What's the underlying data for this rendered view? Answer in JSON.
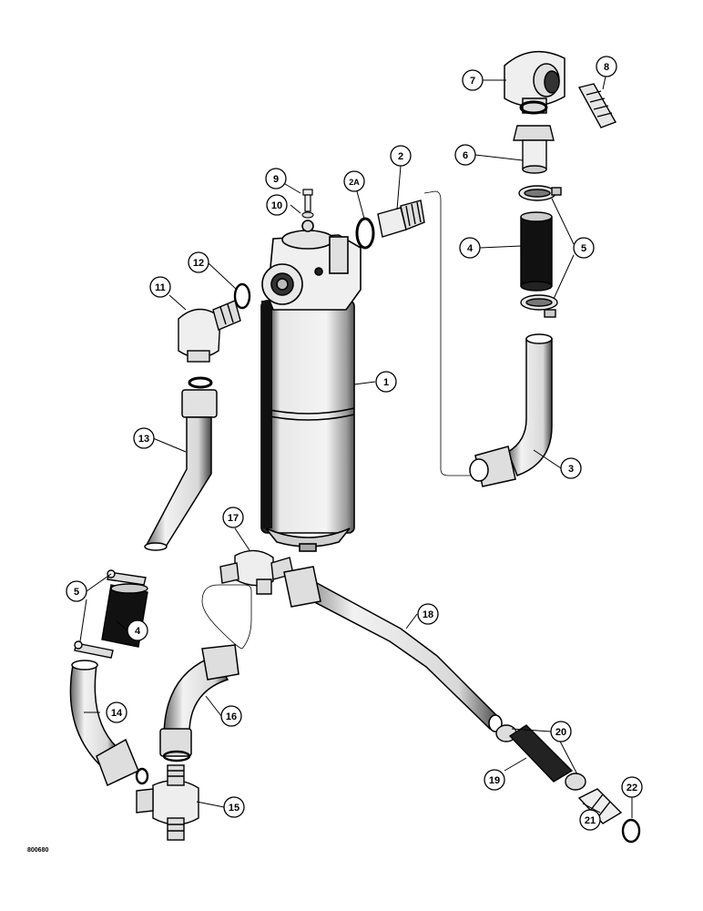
{
  "drawing_code": "800680",
  "callouts": [
    {
      "id": "c1",
      "label": "1"
    },
    {
      "id": "c2",
      "label": "2"
    },
    {
      "id": "c2a",
      "label": "2A"
    },
    {
      "id": "c3",
      "label": "3"
    },
    {
      "id": "c4a",
      "label": "4"
    },
    {
      "id": "c4b",
      "label": "4"
    },
    {
      "id": "c5a",
      "label": "5"
    },
    {
      "id": "c5b",
      "label": "5"
    },
    {
      "id": "c6",
      "label": "6"
    },
    {
      "id": "c7",
      "label": "7"
    },
    {
      "id": "c8",
      "label": "8"
    },
    {
      "id": "c9",
      "label": "9"
    },
    {
      "id": "c10",
      "label": "10"
    },
    {
      "id": "c11",
      "label": "11"
    },
    {
      "id": "c12",
      "label": "12"
    },
    {
      "id": "c13",
      "label": "13"
    },
    {
      "id": "c14",
      "label": "14"
    },
    {
      "id": "c15",
      "label": "15"
    },
    {
      "id": "c16",
      "label": "16"
    },
    {
      "id": "c17",
      "label": "17"
    },
    {
      "id": "c18",
      "label": "18"
    },
    {
      "id": "c19",
      "label": "19"
    },
    {
      "id": "c20",
      "label": "20"
    },
    {
      "id": "c21",
      "label": "21"
    },
    {
      "id": "c22",
      "label": "22"
    }
  ]
}
